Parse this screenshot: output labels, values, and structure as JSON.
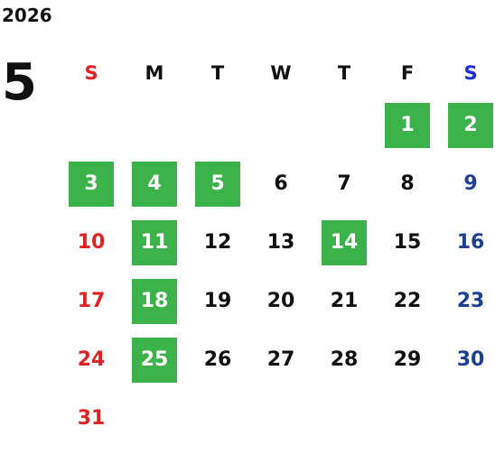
{
  "year": "2026",
  "month": "5",
  "weekdays": [
    "S",
    "M",
    "T",
    "W",
    "T",
    "F",
    "S"
  ],
  "colors": {
    "sunday": "#e02222",
    "saturday": "#1f3f92",
    "highlight_bg": "#3cb24a",
    "highlight_text": "#ffffff"
  },
  "weeks": [
    [
      "",
      "",
      "",
      "",
      "",
      "1",
      "2"
    ],
    [
      "3",
      "4",
      "5",
      "6",
      "7",
      "8",
      "9"
    ],
    [
      "10",
      "11",
      "12",
      "13",
      "14",
      "15",
      "16"
    ],
    [
      "17",
      "18",
      "19",
      "20",
      "21",
      "22",
      "23"
    ],
    [
      "24",
      "25",
      "26",
      "27",
      "28",
      "29",
      "30"
    ],
    [
      "31",
      "",
      "",
      "",
      "",
      "",
      ""
    ]
  ],
  "highlighted_days": [
    "1",
    "2",
    "3",
    "4",
    "5",
    "11",
    "14",
    "18",
    "25"
  ]
}
